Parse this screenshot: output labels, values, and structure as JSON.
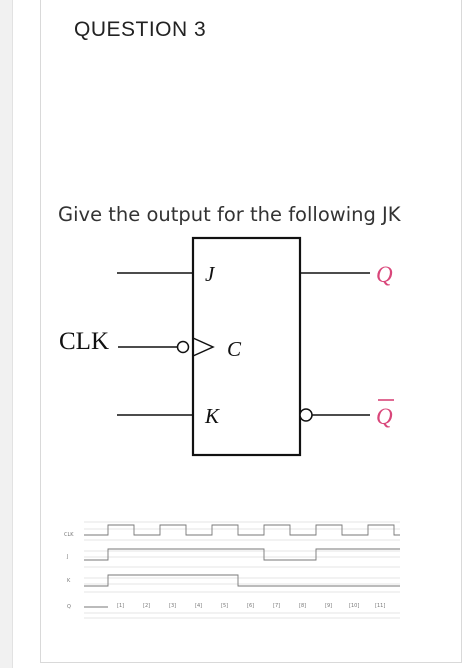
{
  "question": {
    "title": "QUESTION 3"
  },
  "prompt": {
    "text": "Give the output for the following JK"
  },
  "flipflop": {
    "input_j": "J",
    "input_clock": "C",
    "input_k": "K",
    "clock_label": "CLK",
    "output_q": "Q",
    "output_qbar": "Q",
    "output_color": "#d9467a"
  },
  "timing": {
    "signals": [
      "CLK",
      "J",
      "K",
      "Q"
    ],
    "pulse_labels": [
      "[1]",
      "[2]",
      "[3]",
      "[4]",
      "[5]",
      "[6]",
      "[7]",
      "[8]",
      "[9]",
      "[10]",
      "[11]"
    ]
  }
}
